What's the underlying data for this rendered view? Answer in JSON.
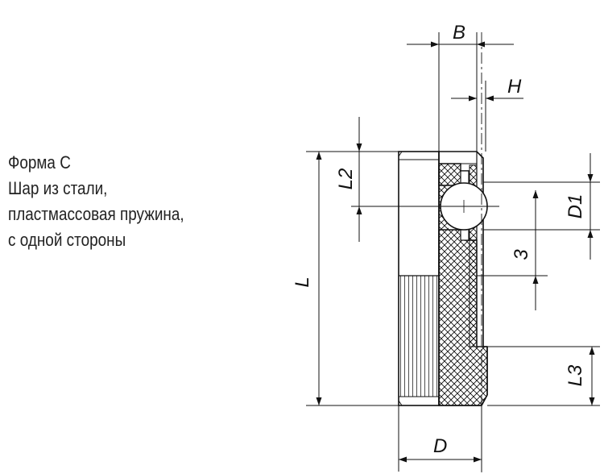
{
  "caption": {
    "lines": [
      "Форма C",
      "Шар из стали,",
      "пластмассовая пружина,",
      "с одной стороны"
    ]
  },
  "dimensions": {
    "B": "B",
    "H": "H",
    "L2": "L2",
    "D1": "D1",
    "L": "L",
    "three": "3",
    "L3": "L3",
    "D": "D"
  }
}
